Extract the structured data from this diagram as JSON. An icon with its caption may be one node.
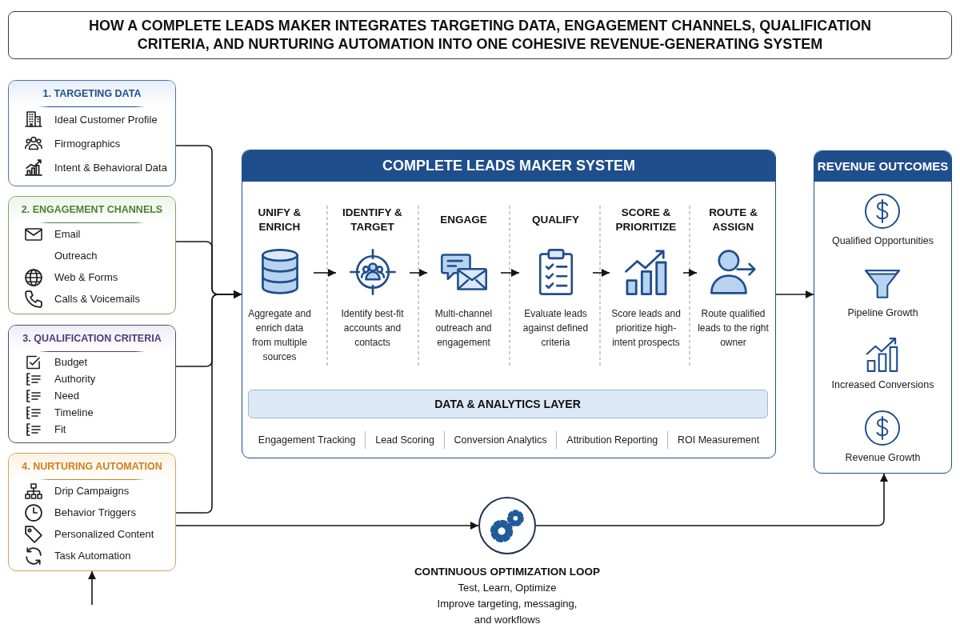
{
  "diagram": {
    "title": "HOW A COMPLETE LEADS MAKER INTEGRATES TARGETING DATA, ENGAGEMENT CHANNELS, QUALIFICATION CRITERIA, AND NURTURING AUTOMATION INTO ONE COHESIVE REVENUE-GENERATING SYSTEM",
    "nodes": [
      {
        "text": [
          "1. TARGETING DATA",
          "Ideal Customer Profile",
          "Firmographics",
          "Intent & Behavioral Data"
        ]
      },
      {
        "text": [
          "2. ENGAGEMENT CHANNELS",
          "Email",
          "Outreach",
          "Web & Forms",
          "Calls & Voicemails"
        ]
      },
      {
        "text": [
          "3. QUALIFICATION CRITERIA",
          "Budget",
          "Authority",
          "Need",
          "Timeline",
          "Fit"
        ]
      },
      {
        "text": [
          "4. NURTURING AUTOMATION",
          "Drip Campaigns",
          "Behavior Triggers",
          "Personalized Content",
          "Task Automation"
        ]
      },
      {
        "text": [
          "COMPLETE LEADS MAKER SYSTEM",
          "Engagement Tracking",
          "Lead Scoring",
          "Conversion Analytics",
          "Attribution Reporting",
          "ROI Measurement"
        ]
      },
      {
        "text": [
          "UNIFY & ENRICH",
          "Aggregate and enrich data from multiple sources"
        ],
        "in": 4
      },
      {
        "text": [
          "IDENTIFY & TARGET",
          "Identify best-fit accounts and contacts"
        ],
        "in": 4
      },
      {
        "text": [
          "ENGAGE",
          "Multi-channel outreach and engagement"
        ],
        "in": 4
      },
      {
        "text": [
          "QUALIFY",
          "Evaluate leads against defined criteria"
        ],
        "in": 4
      },
      {
        "text": [
          "SCORE & PRIORITIZE",
          "Score leads and prioritize high-intent prospects"
        ],
        "in": 4
      },
      {
        "text": [
          "ROUTE & ASSIGN",
          "Route qualified leads to the right owner"
        ],
        "in": 4
      },
      {
        "text": [
          "DATA & ANALYTICS LAYER"
        ],
        "in": 4
      },
      {
        "text": [
          "REVENUE OUTCOMES",
          "Qualified Opportunities",
          "Pipeline Growth",
          "Increased Conversions",
          "Revenue Growth"
        ]
      },
      {
        "text": [],
        "shape": "circle",
        "beside": [
          "CONTINUOUS OPTIMIZATION LOOP",
          "Test, Learn, Optimize",
          "Improve targeting, messaging, and workflows"
        ]
      }
    ],
    "edges": [
      {
        "from": 0,
        "to": 4,
        "arrow": "to"
      },
      {
        "from": 1,
        "to": 4,
        "arrow": "to"
      },
      {
        "from": 2,
        "to": 4,
        "arrow": "to"
      },
      {
        "from": 3,
        "to": 4,
        "arrow": "to"
      },
      {
        "from": 5,
        "to": 6,
        "arrow": "to"
      },
      {
        "from": 6,
        "to": 7,
        "arrow": "to"
      },
      {
        "from": 7,
        "to": 8,
        "arrow": "to"
      },
      {
        "from": 8,
        "to": 9,
        "arrow": "to"
      },
      {
        "from": 9,
        "to": 10,
        "arrow": "to"
      },
      {
        "from": 4,
        "to": 12,
        "arrow": "to"
      },
      {
        "from": 3,
        "to": 13,
        "arrow": "to"
      },
      {
        "from": 13,
        "to": 12,
        "arrow": "to"
      },
      {
        "from": null,
        "to": 3,
        "arrow": "to"
      }
    ]
  }
}
